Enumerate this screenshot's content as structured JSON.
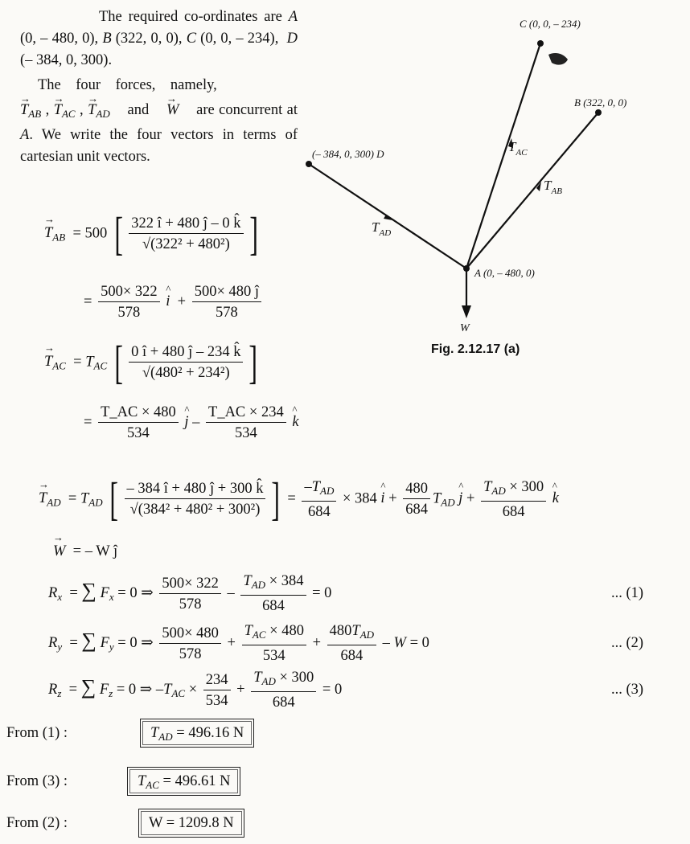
{
  "intro": {
    "line1": "The required co-ordinates are A (0, – 480, 0), B (322, 0, 0), C (0, 0, – 234), D (– 384, 0, 300).",
    "line2": "The four forces, namely, T_AB , T_AC , T_AD and W are concurrent at A. We write the four vectors in terms of cartesian unit vectors."
  },
  "diagram": {
    "caption": "Fig. 2.12.17 (a)",
    "labels": {
      "C": "C (0, 0, – 234)",
      "B": "B (322, 0, 0)",
      "D": "(– 384, 0, 300) D",
      "A": "A (0, – 480, 0)",
      "W": "W",
      "TAC": "T",
      "TAB": "T",
      "TAD": "T",
      "sub_AC": "AC",
      "sub_AB": "AB",
      "sub_AD": "AD"
    }
  },
  "equations": {
    "tab_coef": "500",
    "tab_num": "322 î + 480 ĵ – 0 k̂",
    "tab_den": "√(322² + 480²)",
    "tab2_a_num": "500× 322",
    "tab2_a_den": "578",
    "tab2_b_num": "500× 480 ĵ",
    "tab2_b_den": "578",
    "tac_num": "0 î + 480 ĵ – 234 k̂",
    "tac_den": "√(480² + 234²)",
    "tac2_a_num": "T_AC × 480",
    "tac2_a_den": "534",
    "tac2_b_num": "T_AC × 234",
    "tac2_b_den": "534",
    "tad_num": "– 384 î + 480 ĵ + 300 k̂",
    "tad_den": "√(384² + 480² + 300²)",
    "w_eq": "= – W ĵ",
    "num1": "... (1)",
    "num2": "... (2)",
    "num3": "... (3)"
  },
  "results": [
    {
      "from": "From (1) :",
      "value": "T_AD = 496.16 N"
    },
    {
      "from": "From (3) :",
      "value": "T_AC = 496.61 N"
    },
    {
      "from": "From (2) :",
      "value": "W = 1209.8 N"
    }
  ]
}
